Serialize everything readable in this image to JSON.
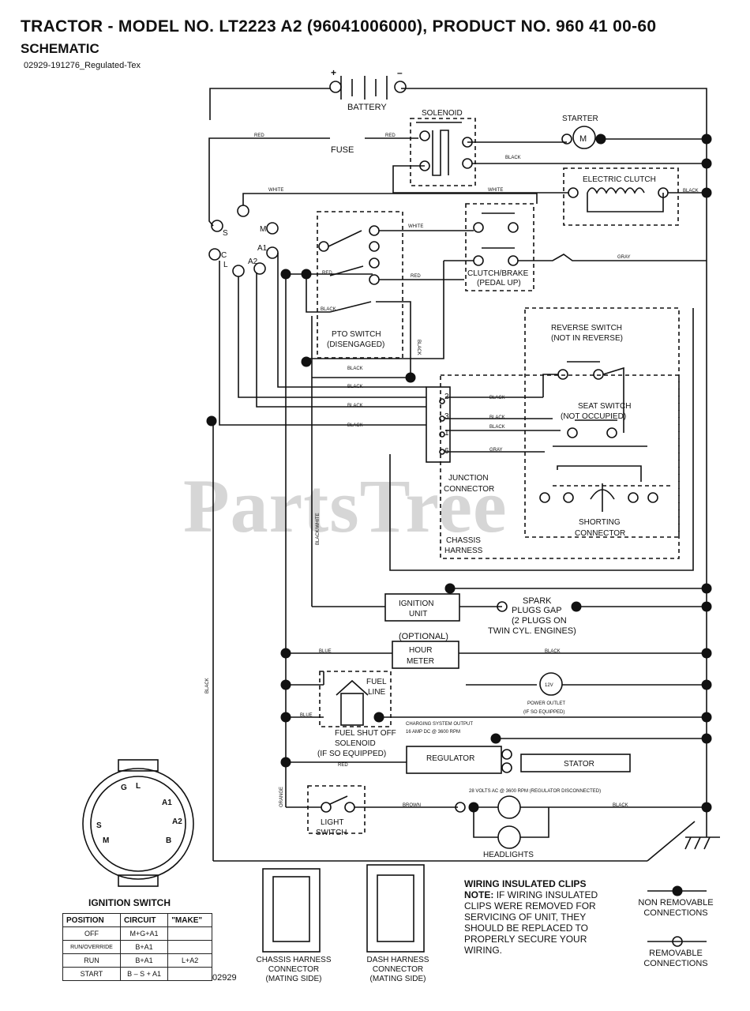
{
  "header": {
    "title": "TRACTOR - MODEL NO. LT2223 A2 (96041006000), PRODUCT NO. 960 41 00-60",
    "subtitle": "SCHEMATIC",
    "code": "02929-191276_Regulated-Tex"
  },
  "watermark": "PartsTree",
  "components": {
    "battery": "BATTERY",
    "battery_pos": "+",
    "battery_neg": "–",
    "solenoid": "SOLENOID",
    "starter": "STARTER",
    "starter_m": "M",
    "fuse": "FUSE",
    "electric_clutch": "ELECTRIC CLUTCH",
    "clutch_brake_1": "CLUTCH/BRAKE",
    "clutch_brake_2": "(PEDAL UP)",
    "pto_1": "PTO SWITCH",
    "pto_2": "(DISENGAGED)",
    "reverse_1": "REVERSE SWITCH",
    "reverse_2": "(NOT IN REVERSE)",
    "seat_1": "SEAT SWITCH",
    "seat_2": "(NOT OCCUPIED)",
    "junction_1": "JUNCTION",
    "junction_2": "CONNECTOR",
    "shorting_1": "SHORTING",
    "shorting_2": "CONNECTOR",
    "chassis_1": "CHASSIS",
    "chassis_2": "HARNESS",
    "ignition_unit_1": "IGNITION",
    "ignition_unit_2": "UNIT",
    "spark_1": "SPARK",
    "spark_2": "PLUGS GAP",
    "spark_3": "(2 PLUGS ON",
    "spark_4": "TWIN CYL. ENGINES)",
    "optional": "(OPTIONAL)",
    "hour_1": "HOUR",
    "hour_2": "METER",
    "fuel_1": "FUEL",
    "fuel_2": "LINE",
    "v12": "12V",
    "power_1": "POWER OUTLET",
    "power_2": "(IF SO EQUIPPED)",
    "charging_1": "CHARGING SYSTEM OUTPUT",
    "charging_2": "16 AMP DC @ 3600 RPM",
    "fuel_sol_1": "FUEL SHUT OFF",
    "fuel_sol_2": "SOLENOID",
    "fuel_sol_3": "(IF SO EQUIPPED)",
    "regulator": "REGULATOR",
    "stator": "STATOR",
    "volts": "28 VOLTS AC @ 3600 RPM (REGULATOR DISCONNECTED)",
    "light_1": "LIGHT",
    "light_2": "SWITCH",
    "headlights": "HEADLIGHTS",
    "ig_s": "S",
    "ig_m": "M",
    "ig_a1": "A1",
    "ig_c": "C",
    "ig_l": "L",
    "ig_a2": "A2",
    "jc_2": "2",
    "jc_3": "3",
    "jc_1": "1",
    "jc_6": "6"
  },
  "wires": {
    "red": "RED",
    "black": "BLACK",
    "white": "WHITE",
    "gray": "GRAY",
    "blue": "BLUE",
    "orange": "ORANGE",
    "brown": "BROWN",
    "black_white": "BLACK/WHITE"
  },
  "ignition_switch": {
    "caption": "IGNITION SWITCH",
    "face": {
      "g": "G",
      "l": "L",
      "a1": "A1",
      "s": "S",
      "a2": "A2",
      "m": "M",
      "b": "B"
    },
    "headers": [
      "POSITION",
      "CIRCUIT",
      "\"MAKE\""
    ],
    "rows": [
      {
        "position": "OFF",
        "circuit": "M+G+A1",
        "make": ""
      },
      {
        "position": "RUN/OVERRIDE",
        "circuit": "B+A1",
        "make": ""
      },
      {
        "position": "RUN",
        "circuit": "B+A1",
        "make": "L+A2"
      },
      {
        "position": "START",
        "circuit": "B – S + A1",
        "make": ""
      }
    ]
  },
  "figure_number": "02929",
  "connectors": {
    "chassis": [
      "CHASSIS HARNESS",
      "CONNECTOR",
      "(MATING SIDE)"
    ],
    "dash": [
      "DASH HARNESS",
      "CONNECTOR",
      "(MATING SIDE)"
    ]
  },
  "notes": {
    "title": "WIRING INSULATED CLIPS",
    "note_label": "NOTE:",
    "note_text": "IF WIRING INSULATED CLIPS WERE REMOVED FOR SERVICING OF UNIT, THEY SHOULD BE REPLACED TO PROPERLY SECURE YOUR WIRING."
  },
  "legend": {
    "non_removable": [
      "NON REMOVABLE",
      "CONNECTIONS"
    ],
    "removable": [
      "REMOVABLE",
      "CONNECTIONS"
    ]
  }
}
